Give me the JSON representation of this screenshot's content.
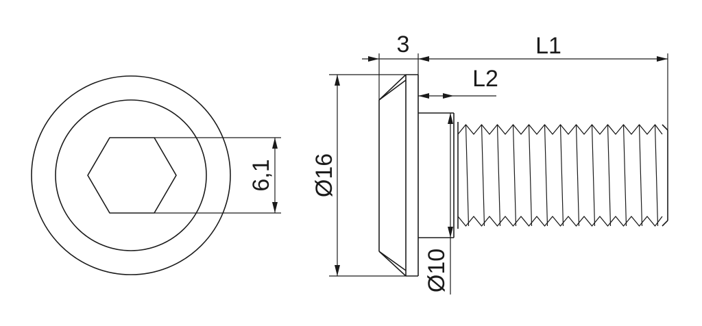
{
  "drawing": {
    "dimensions": {
      "hex_socket": "6,1",
      "head_diameter": "Ø16",
      "head_height": "3",
      "shank_diameter": "Ø10",
      "total_length": "L1",
      "shank_length": "L2"
    }
  }
}
